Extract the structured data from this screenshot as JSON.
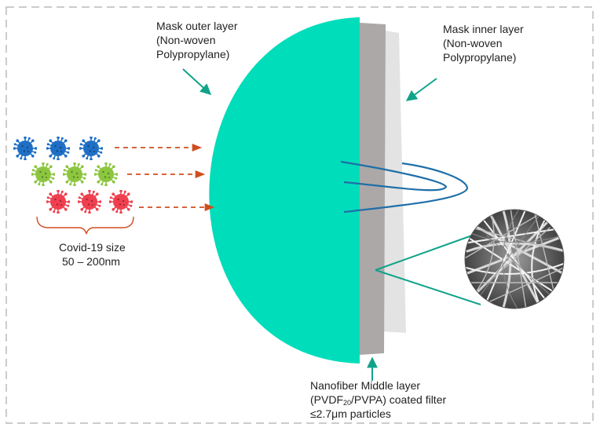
{
  "labels": {
    "outer": {
      "line1": "Mask outer layer",
      "line2": "(Non-woven",
      "line3": "Polypropylane)"
    },
    "inner": {
      "line1": "Mask inner layer",
      "line2": "(Non-woven",
      "line3": "Polypropylane)"
    },
    "middle": {
      "line1": "Nanofiber Middle layer",
      "line2_pre": "(PVDF",
      "line2_sub": "20",
      "line2_post": "/PVPA) coated filter",
      "line3": "≤2.7μm particles"
    },
    "virus_size": {
      "line1": "Covid-19 size",
      "line2": "50 – 200nm"
    }
  },
  "colors": {
    "outer_layer": "#00DDBB",
    "middle_layer": "#ADA8A8",
    "inner_layer": "#E3E3E3",
    "virus_blue": "#1F6FC5",
    "virus_green": "#8CC63F",
    "virus_red": "#F0404F",
    "arrow_orange": "#D04E1E",
    "pointer_teal": "#10A38A",
    "filtration_path": "#1F6FA8",
    "border_dashed": "#CCCCCC"
  },
  "icons": {
    "virus": "coronavirus-particle-icon",
    "sem_image": "nanofiber-sem-micrograph"
  }
}
